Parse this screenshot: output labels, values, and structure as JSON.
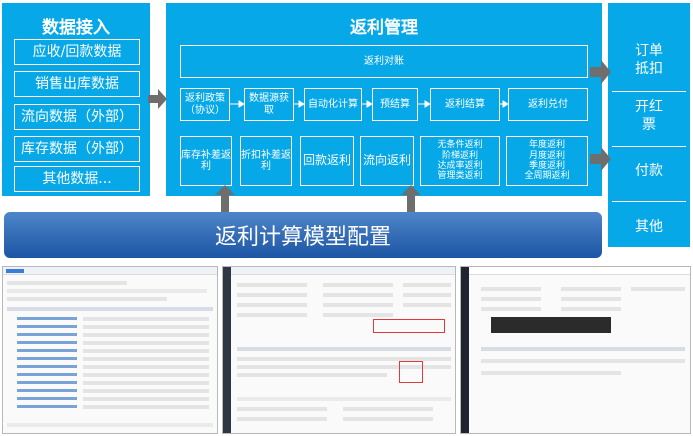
{
  "data_input": {
    "title": "数据接入",
    "items": [
      "应收/回款数据",
      "销售出库数据",
      "流向数据（外部）",
      "库存数据（外部）",
      "其他数据..."
    ]
  },
  "rebate_management": {
    "title": "返利管理",
    "ledger": "返利对账",
    "flow_steps": [
      "返利政策（协议）",
      "数据源获取",
      "自动化计算",
      "预结算",
      "返利结算",
      "返利兑付"
    ],
    "tools": [
      "库存补差返利",
      "折扣补差返利",
      "回款返利",
      "流向返利",
      "无条件返利\n阶梯返利\n达成率返利\n管理类返利",
      "年度返利\n月度返利\n季度返利\n全周期返利"
    ]
  },
  "outputs": {
    "items": [
      "订单\n抵扣",
      "开红\n票",
      "付款",
      "其他"
    ]
  },
  "model_config": {
    "label": "返利计算模型配置"
  },
  "colors": {
    "panel": "#06a8e8",
    "bar_top": "#4e86c9",
    "bar_bottom": "#1c55a4",
    "arrow": "#6e6e6e"
  }
}
